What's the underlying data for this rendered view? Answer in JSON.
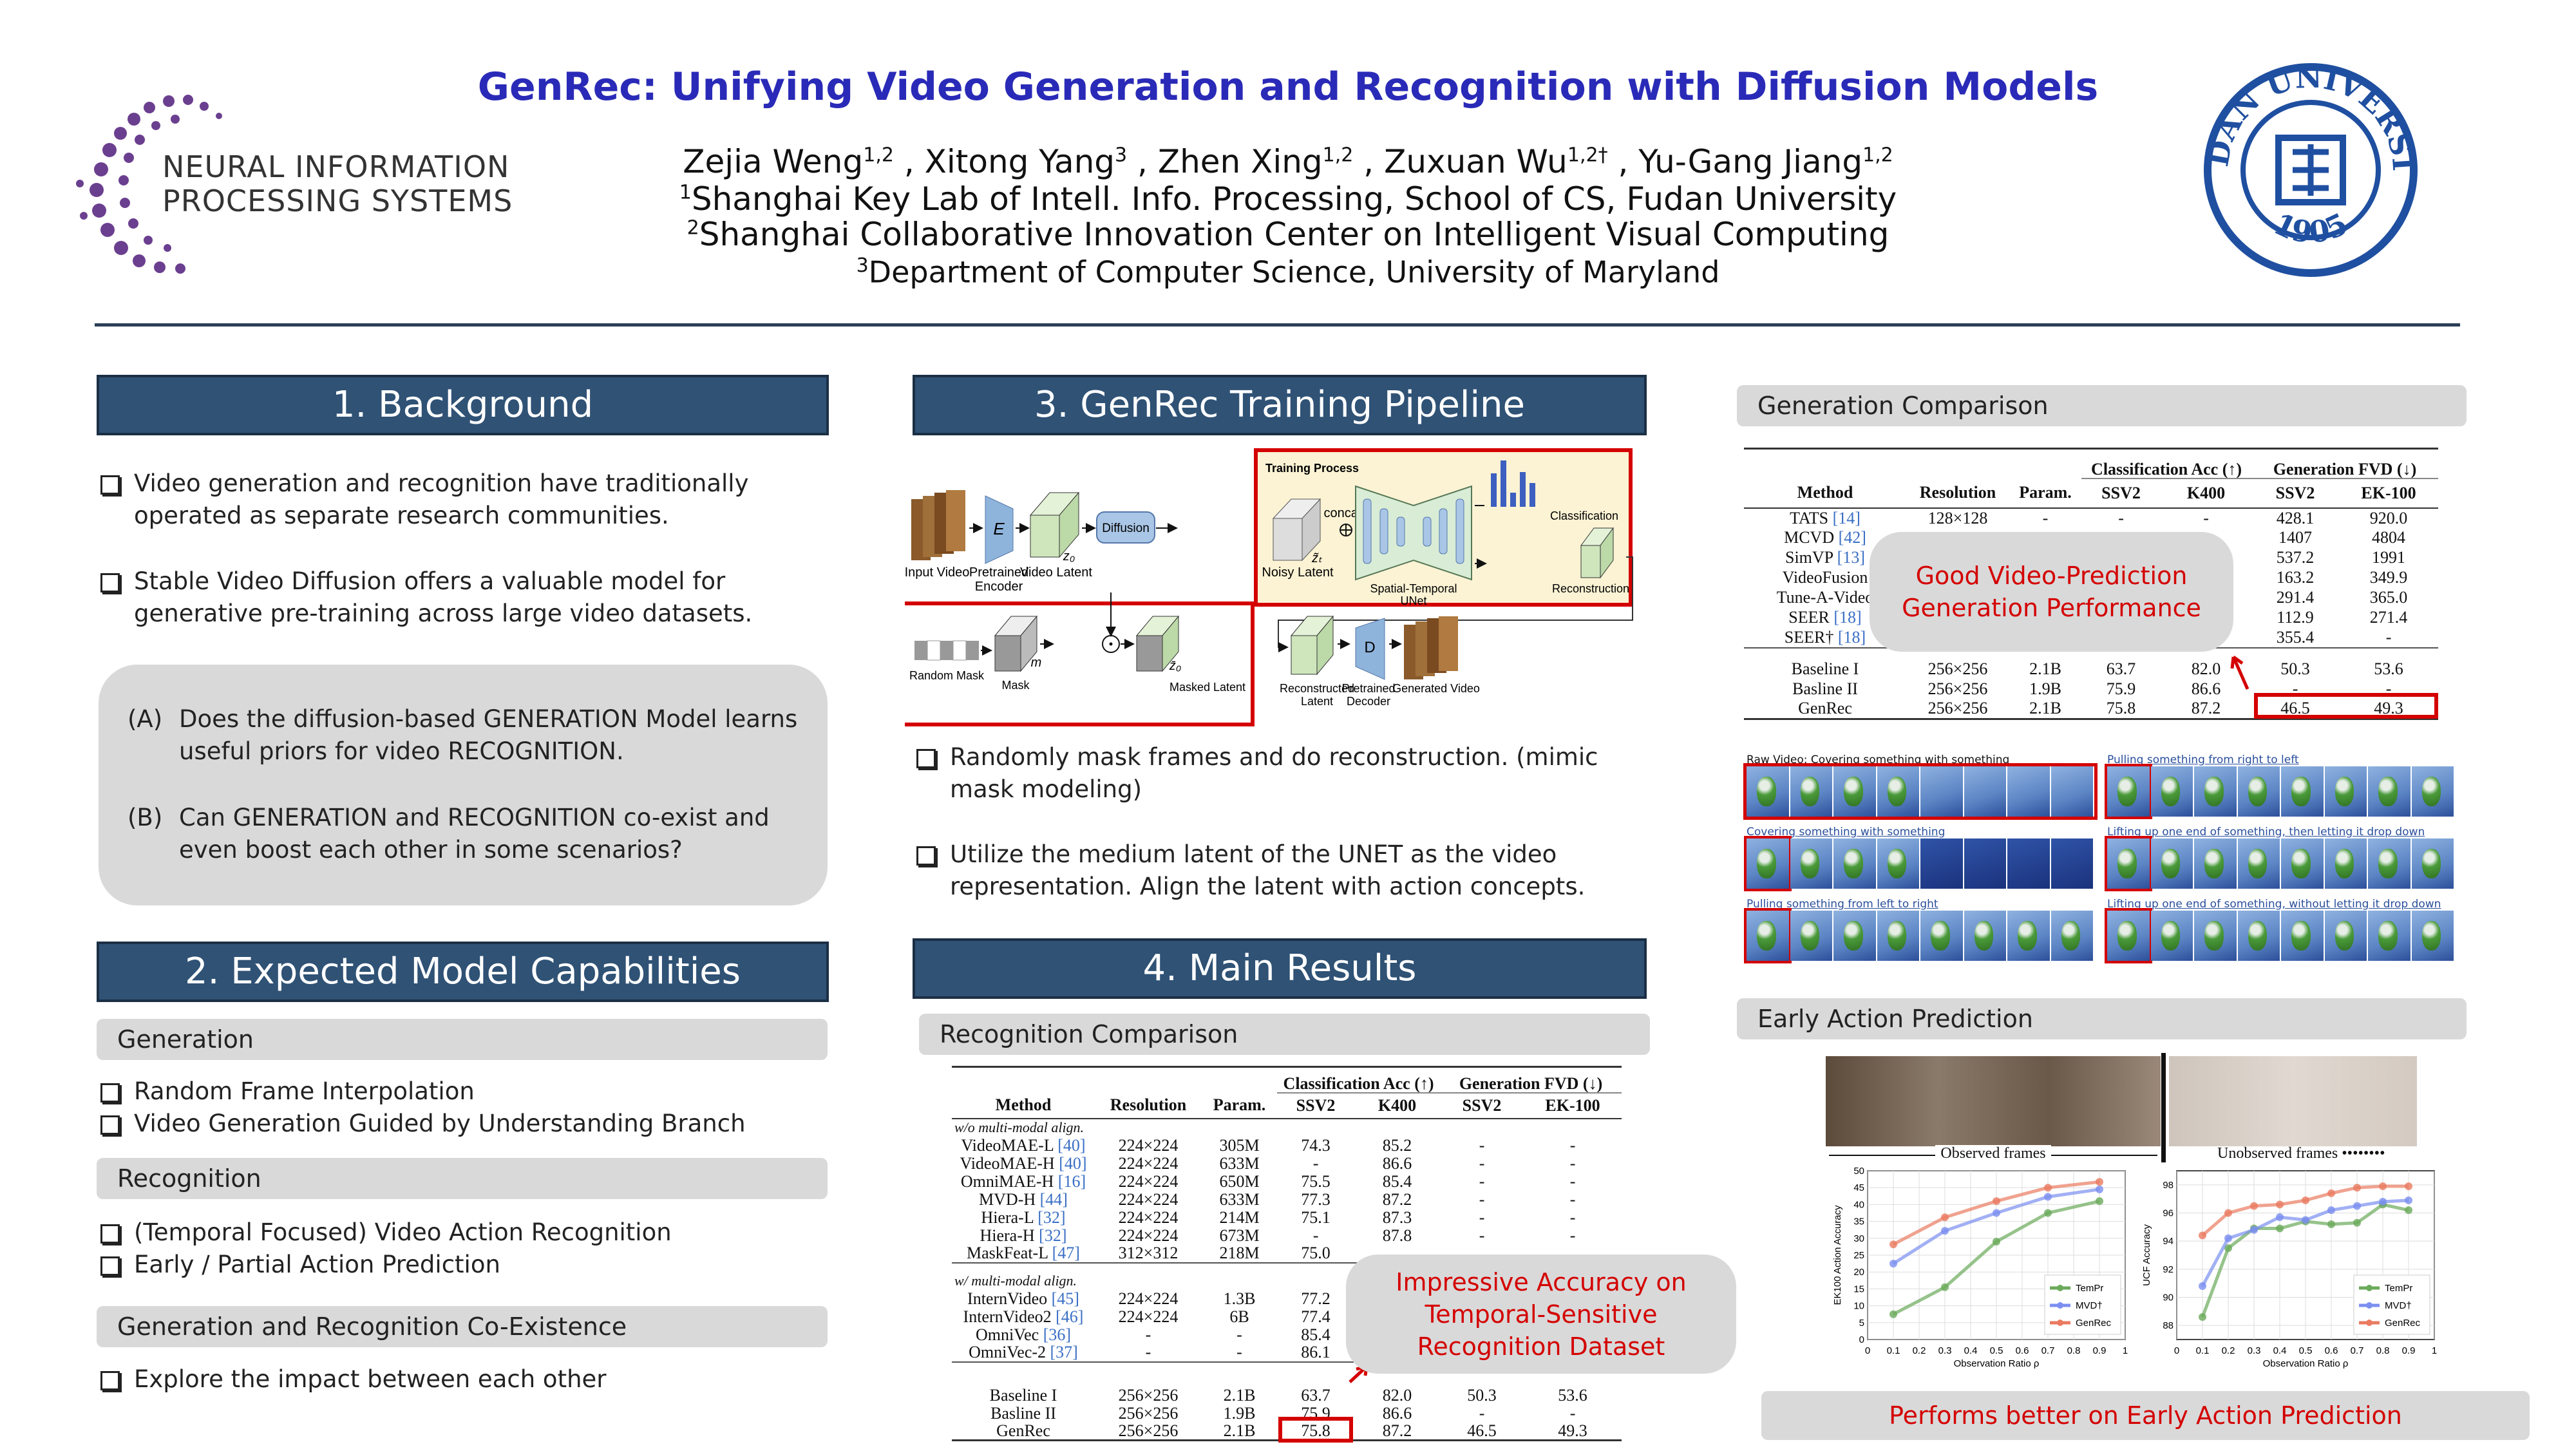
{
  "header": {
    "title": "GenRec: Unifying Video Generation and Recognition with Diffusion Models",
    "authors": [
      {
        "name": "Zejia Weng",
        "sup": "1,2"
      },
      {
        "name": "Xitong Yang",
        "sup": "3"
      },
      {
        "name": "Zhen Xing",
        "sup": "1,2"
      },
      {
        "name": "Zuxuan Wu",
        "sup": "1,2†"
      },
      {
        "name": "Yu-Gang Jiang",
        "sup": "1,2"
      }
    ],
    "affiliations": [
      {
        "sup": "1",
        "text": "Shanghai Key Lab of Intell. Info. Processing, School of CS, Fudan University"
      },
      {
        "sup": "2",
        "text": "Shanghai Collaborative Innovation Center on Intelligent Visual Computing"
      },
      {
        "sup": "3",
        "text": "Department of Computer Science, University of Maryland"
      }
    ],
    "logo_line1": "NEURAL INFORMATION",
    "logo_line2": "PROCESSING SYSTEMS",
    "seal_text": "FUDAN UNIVERSITY",
    "seal_year": "1905"
  },
  "background": {
    "title": "1. Background",
    "bullets": [
      "Video generation and recognition have traditionally operated as separate research communities.",
      "Stable Video Diffusion offers a valuable model for generative pre-training across large video datasets."
    ],
    "questions": [
      {
        "label": "(A)",
        "text": "Does the diffusion-based GENERATION Model learns useful priors for video RECOGNITION."
      },
      {
        "label": "(B)",
        "text": "Can GENERATION and RECOGNITION co-exist and even boost each other in some scenarios?"
      }
    ]
  },
  "capabilities": {
    "title": "2. Expected Model Capabilities",
    "groups": [
      {
        "title": "Generation",
        "items": [
          "Random Frame Interpolation",
          "Video Generation Guided by Understanding Branch"
        ]
      },
      {
        "title": "Recognition",
        "items": [
          "(Temporal Focused) Video Action Recognition",
          "Early / Partial Action Prediction"
        ]
      },
      {
        "title": "Generation and Recognition Co-Existence",
        "items": [
          "Explore the impact between each other"
        ]
      }
    ]
  },
  "pipeline": {
    "title": "3. GenRec Training Pipeline",
    "diagram": {
      "input_video": "Input Video",
      "encoder_l1": "Pretrained",
      "encoder_l2": "Encoder",
      "encoder_sym": "E",
      "video_latent": "Video Latent",
      "z0": "z₀",
      "diffusion": "Diffusion",
      "training_process": "Training Process",
      "noisy_latent": "Noisy Latent",
      "zt": "z̃ₜ",
      "concat": "concat",
      "unet_l1": "Spatial-Temporal",
      "unet_l2": "UNet",
      "classification": "Classification",
      "reconstruction": "Reconstruction",
      "random_mask": "Random Mask",
      "mask": "Mask",
      "m": "m",
      "masked_latent": "Masked Latent",
      "zbar": "z̄₀",
      "recon_l1": "Reconstructed",
      "recon_l2": "Latent",
      "decoder_l1": "Pretrained",
      "decoder_l2": "Decoder",
      "decoder_sym": "D",
      "generated_video": "Generated Video"
    },
    "bullets": [
      "Randomly mask frames and do reconstruction. (mimic mask modeling)",
      "Utilize the medium latent of the UNET as the video representation. Align the latent with action concepts."
    ]
  },
  "results": {
    "title": "4. Main Results",
    "recognition": {
      "title": "Recognition Comparison",
      "group_headers": [
        "Classification Acc (↑)",
        "Generation FVD (↓)"
      ],
      "columns": [
        "Method",
        "Resolution",
        "Param.",
        "SSV2",
        "K400",
        "SSV2",
        "EK-100"
      ],
      "sections": [
        {
          "label": "w/o multi-modal align.",
          "rows": [
            [
              "VideoMAE-L",
              "[40]",
              "224×224",
              "305M",
              "74.3",
              "85.2",
              "-",
              "-"
            ],
            [
              "VideoMAE-H",
              "[40]",
              "224×224",
              "633M",
              "-",
              "86.6",
              "-",
              "-"
            ],
            [
              "OmniMAE-H",
              "[16]",
              "224×224",
              "650M",
              "75.5",
              "85.4",
              "-",
              "-"
            ],
            [
              "MVD-H",
              "[44]",
              "224×224",
              "633M",
              "77.3",
              "87.2",
              "-",
              "-"
            ],
            [
              "Hiera-L",
              "[32]",
              "224×224",
              "214M",
              "75.1",
              "87.3",
              "-",
              "-"
            ],
            [
              "Hiera-H",
              "[32]",
              "224×224",
              "673M",
              "-",
              "87.8",
              "-",
              "-"
            ],
            [
              "MaskFeat-L",
              "[47]",
              "312×312",
              "218M",
              "75.0",
              "",
              "",
              ""
            ]
          ]
        },
        {
          "label": "w/ multi-modal align.",
          "rows": [
            [
              "InternVideo",
              "[45]",
              "224×224",
              "1.3B",
              "77.2",
              "",
              "",
              ""
            ],
            [
              "InternVideo2",
              "[46]",
              "224×224",
              "6B",
              "77.4",
              "",
              "",
              ""
            ],
            [
              "OmniVec",
              "[36]",
              "-",
              "-",
              "85.4",
              "",
              "",
              ""
            ],
            [
              "OmniVec-2",
              "[37]",
              "-",
              "-",
              "86.1",
              "",
              "",
              ""
            ]
          ]
        },
        {
          "label": "",
          "rows": [
            [
              "Baseline I",
              "",
              "256×256",
              "2.1B",
              "63.7",
              "82.0",
              "50.3",
              "53.6"
            ],
            [
              "Basline II",
              "",
              "256×256",
              "1.9B",
              "75.9",
              "86.6",
              "-",
              "-"
            ],
            [
              "GenRec",
              "",
              "256×256",
              "2.1B",
              "75.8",
              "87.2",
              "46.5",
              "49.3"
            ]
          ]
        }
      ],
      "callout": [
        "Impressive Accuracy on",
        "Temporal-Sensitive",
        "Recognition Dataset"
      ]
    }
  },
  "generation": {
    "title": "Generation Comparison",
    "group_headers": [
      "Classification Acc (↑)",
      "Generation FVD (↓)"
    ],
    "columns": [
      "Method",
      "Resolution",
      "Param.",
      "SSV2",
      "K400",
      "SSV2",
      "EK-100"
    ],
    "sections": [
      {
        "rows": [
          [
            "TATS",
            "[14]",
            "128×128",
            "-",
            "-",
            "-",
            "428.1",
            "920.0"
          ],
          [
            "MCVD",
            "[42]",
            "",
            "",
            "",
            "",
            "1407",
            "4804"
          ],
          [
            "SimVP",
            "[13]",
            "",
            "",
            "",
            "",
            "537.2",
            "1991"
          ],
          [
            "VideoFusion",
            "",
            "",
            "",
            "",
            "",
            "163.2",
            "349.9"
          ],
          [
            "Tune-A-Video",
            "",
            "",
            "",
            "",
            "",
            "291.4",
            "365.0"
          ],
          [
            "SEER",
            "[18]",
            "",
            "",
            "",
            "",
            "112.9",
            "271.4"
          ],
          [
            "SEER†",
            "[18]",
            "",
            "",
            "",
            "",
            "355.4",
            "-"
          ]
        ]
      },
      {
        "rows": [
          [
            "Baseline I",
            "",
            "256×256",
            "2.1B",
            "63.7",
            "82.0",
            "50.3",
            "53.6"
          ],
          [
            "Basline II",
            "",
            "256×256",
            "1.9B",
            "75.9",
            "86.6",
            "-",
            "-"
          ],
          [
            "GenRec",
            "",
            "256×256",
            "2.1B",
            "75.8",
            "87.2",
            "46.5",
            "49.3"
          ]
        ]
      }
    ],
    "callout": [
      "Good Video-Prediction",
      "Generation Performance"
    ],
    "samples": [
      {
        "caption": "Raw Video: Covering something with something"
      },
      {
        "caption": "Pulling something from right to left"
      },
      {
        "caption": "Covering something with something"
      },
      {
        "caption": "Lifting up one end of something, then letting it drop down"
      },
      {
        "caption": "Pulling something from left to right"
      },
      {
        "caption": "Lifting up one end of something, without letting it drop down"
      }
    ]
  },
  "early": {
    "title": "Early Action Prediction",
    "observed": "Observed frames",
    "unobserved": "Unobserved frames",
    "footer": "Performs better on Early Action Prediction"
  },
  "chart_data": [
    {
      "type": "line",
      "xlabel": "Observation Ratio ρ",
      "ylabel": "EK100 Action Accuracy",
      "xlim": [
        0,
        1
      ],
      "ylim": [
        0,
        50
      ],
      "xticks": [
        0,
        0.1,
        0.2,
        0.3,
        0.4,
        0.5,
        0.6,
        0.7,
        0.8,
        0.9,
        1.0
      ],
      "yticks": [
        0,
        5,
        10,
        15,
        20,
        25,
        30,
        35,
        40,
        45,
        50
      ],
      "grid": true,
      "legend": "bottom-right",
      "x": [
        0.1,
        0.3,
        0.5,
        0.7,
        0.9
      ],
      "series": [
        {
          "name": "TemPr",
          "color": "#6aaa5a",
          "values": [
            7.5,
            15.5,
            29,
            37.5,
            41
          ]
        },
        {
          "name": "MVD†",
          "color": "#7b8ff0",
          "values": [
            22.5,
            32.2,
            37.5,
            42.3,
            44.5
          ]
        },
        {
          "name": "GenRec",
          "color": "#ea7a60",
          "values": [
            28.2,
            36.2,
            41,
            45,
            46.7
          ]
        }
      ]
    },
    {
      "type": "line",
      "xlabel": "Observation Ratio ρ",
      "ylabel": "UCF Accuracy",
      "xlim": [
        0,
        1
      ],
      "ylim": [
        87,
        99
      ],
      "xticks": [
        0,
        0.1,
        0.2,
        0.3,
        0.4,
        0.5,
        0.6,
        0.7,
        0.8,
        0.9,
        1.0
      ],
      "yticks": [
        88,
        90,
        92,
        94,
        96,
        98
      ],
      "grid": true,
      "legend": "bottom-right",
      "x": [
        0.1,
        0.2,
        0.3,
        0.4,
        0.5,
        0.6,
        0.7,
        0.8,
        0.9
      ],
      "series": [
        {
          "name": "TemPr",
          "color": "#6aaa5a",
          "values": [
            88.6,
            93.5,
            94.9,
            94.9,
            95.4,
            95.2,
            95.3,
            96.6,
            96.2
          ]
        },
        {
          "name": "MVD†",
          "color": "#7b8ff0",
          "values": [
            90.8,
            94.2,
            94.8,
            95.7,
            95.5,
            96.2,
            96.5,
            96.8,
            96.9
          ]
        },
        {
          "name": "GenRec",
          "color": "#ea7a60",
          "values": [
            94.4,
            96.0,
            96.5,
            96.6,
            96.9,
            97.4,
            97.8,
            97.9,
            97.9
          ]
        }
      ]
    }
  ]
}
